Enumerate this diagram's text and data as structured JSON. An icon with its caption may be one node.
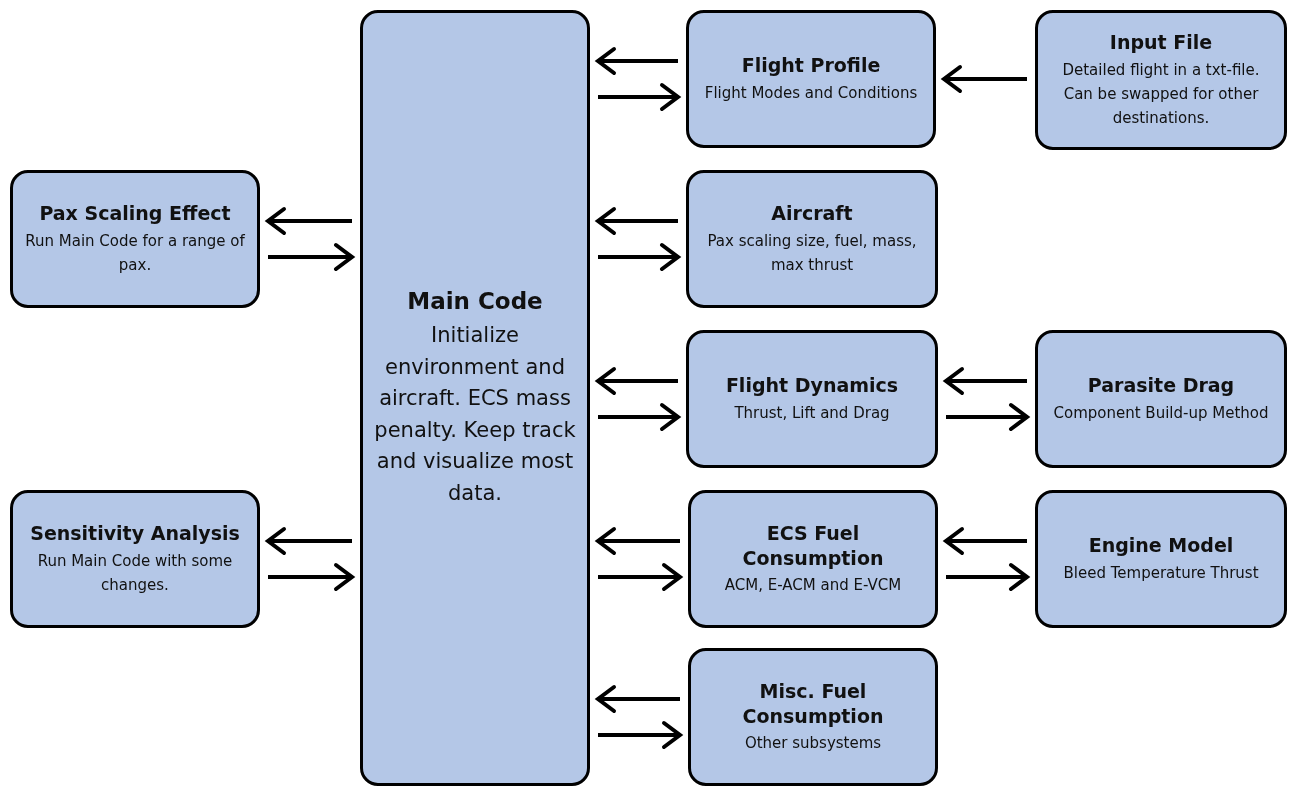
{
  "diagram": {
    "nodes": [
      {
        "text": [
          "Pax Scaling Effect",
          "Run Main Code for a range of pax."
        ]
      },
      {
        "text": [
          "Sensitivity Analysis",
          "Run Main Code with some changes."
        ]
      },
      {
        "text": [
          "Main Code",
          "Initialize environment and aircraft. ECS mass penalty. Keep track and visualize most data."
        ]
      },
      {
        "text": [
          "Flight Profile",
          "Flight Modes and Conditions"
        ]
      },
      {
        "text": [
          "Input File",
          "Detailed flight in a txt-file. Can be swapped for other destinations."
        ]
      },
      {
        "text": [
          "Aircraft",
          "Pax scaling size, fuel, mass, max thrust"
        ]
      },
      {
        "text": [
          "Flight Dynamics",
          "Thrust, Lift and Drag"
        ]
      },
      {
        "text": [
          "Parasite Drag",
          "Component Build-up Method"
        ]
      },
      {
        "text": [
          "ECS Fuel Consumption",
          "ACM, E-ACM and E-VCM"
        ]
      },
      {
        "text": [
          "Engine Model",
          "Bleed Temperature Thrust"
        ]
      },
      {
        "text": [
          "Misc. Fuel Consumption",
          "Other subsystems"
        ]
      }
    ],
    "edges": [
      {
        "from": 2,
        "to": 0,
        "arrow": "to"
      },
      {
        "from": 0,
        "to": 2,
        "arrow": "to"
      },
      {
        "from": 2,
        "to": 1,
        "arrow": "to"
      },
      {
        "from": 1,
        "to": 2,
        "arrow": "to"
      },
      {
        "from": 3,
        "to": 2,
        "arrow": "to"
      },
      {
        "from": 2,
        "to": 3,
        "arrow": "to"
      },
      {
        "from": 4,
        "to": 3,
        "arrow": "to"
      },
      {
        "from": 5,
        "to": 2,
        "arrow": "to"
      },
      {
        "from": 2,
        "to": 5,
        "arrow": "to"
      },
      {
        "from": 6,
        "to": 2,
        "arrow": "to"
      },
      {
        "from": 2,
        "to": 6,
        "arrow": "to"
      },
      {
        "from": 7,
        "to": 6,
        "arrow": "to"
      },
      {
        "from": 6,
        "to": 7,
        "arrow": "to"
      },
      {
        "from": 8,
        "to": 2,
        "arrow": "to"
      },
      {
        "from": 2,
        "to": 8,
        "arrow": "to"
      },
      {
        "from": 9,
        "to": 8,
        "arrow": "to"
      },
      {
        "from": 8,
        "to": 9,
        "arrow": "to"
      },
      {
        "from": 10,
        "to": 2,
        "arrow": "to"
      },
      {
        "from": 2,
        "to": 10,
        "arrow": "to"
      }
    ]
  }
}
